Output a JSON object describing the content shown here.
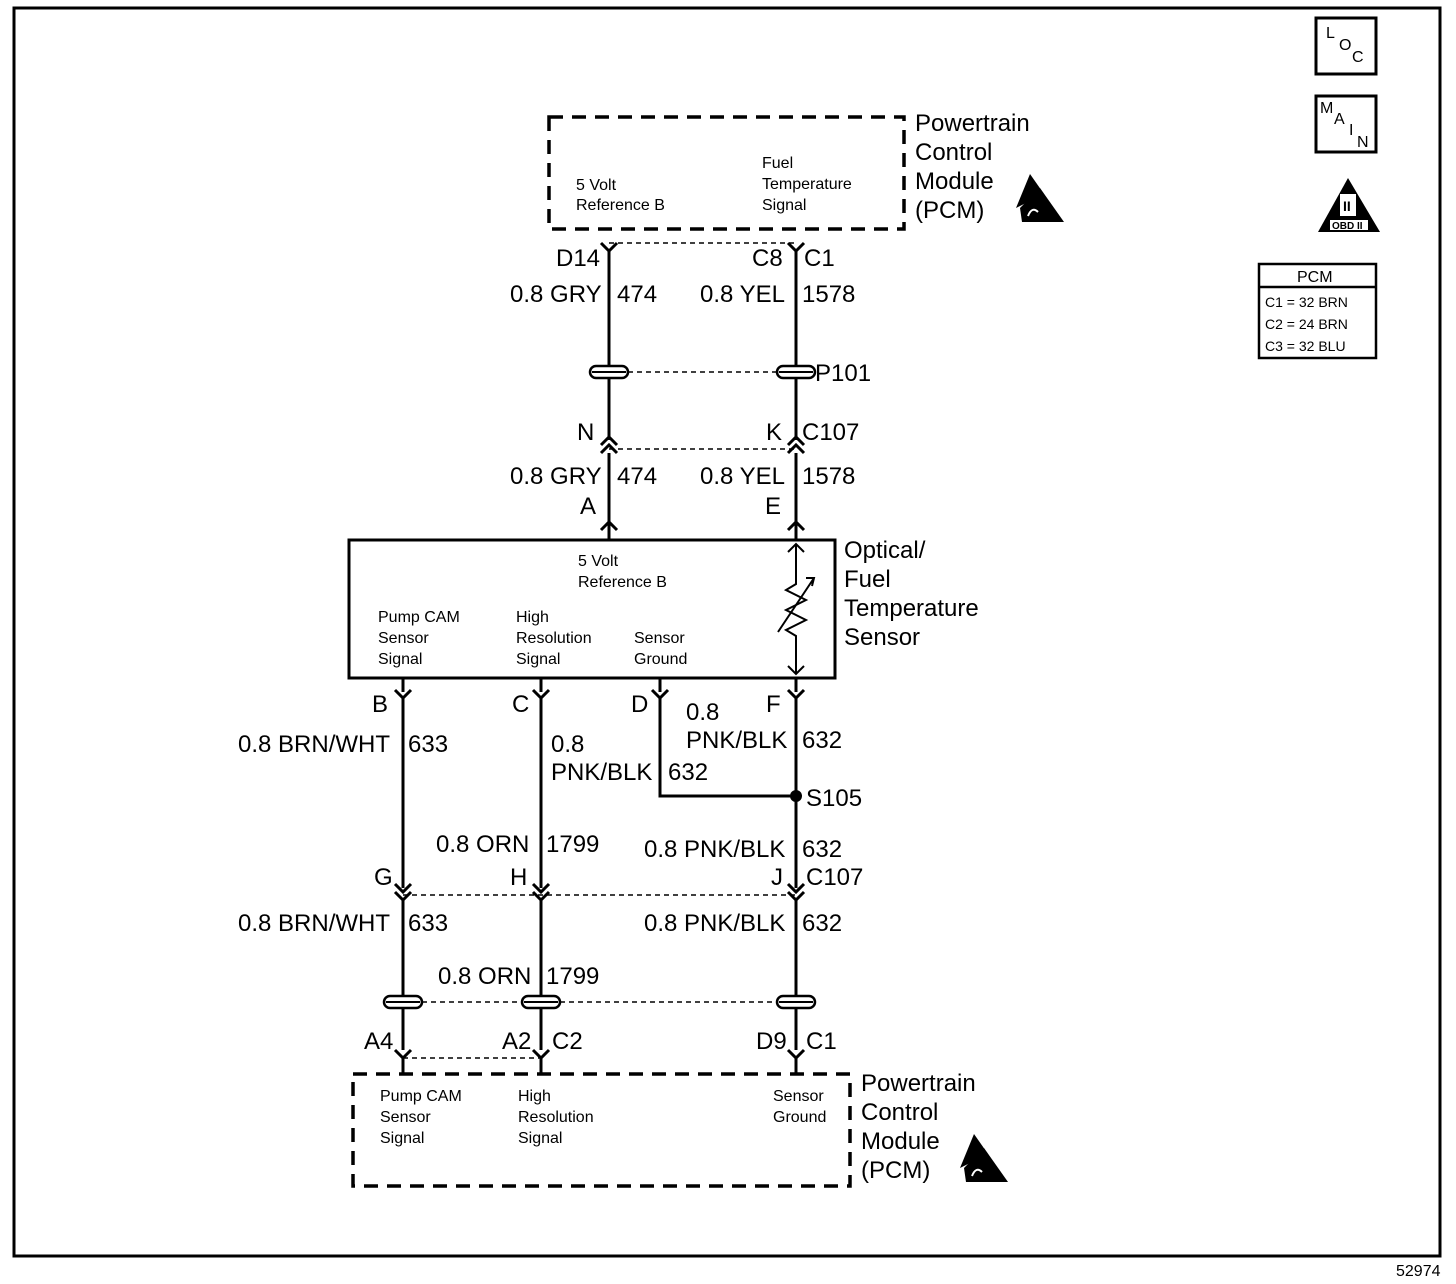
{
  "pcm_top": {
    "title_lines": [
      "Powertrain",
      "Control",
      "Module",
      "(PCM)"
    ],
    "pin_left": [
      "5 Volt",
      "Reference B"
    ],
    "pin_right": [
      "Fuel",
      "Temperature",
      "Signal"
    ]
  },
  "wires_top": {
    "d14": "D14",
    "c8": "C8",
    "c1": "C1",
    "gry_label": "0.8 GRY",
    "gry_circuit": "474",
    "yel_label": "0.8 YEL",
    "yel_circuit": "1578",
    "p101": "P101",
    "n": "N",
    "k": "K",
    "c107": "C107",
    "a": "A",
    "e": "E"
  },
  "sensor": {
    "title_lines": [
      "Optical/",
      "Fuel",
      "Temperature",
      "Sensor"
    ],
    "ref_lines": [
      "5 Volt",
      "Reference B"
    ],
    "pump_lines": [
      "Pump CAM",
      "Sensor",
      "Signal"
    ],
    "high_lines": [
      "High",
      "Resolution",
      "Signal"
    ],
    "ground_lines": [
      "Sensor",
      "Ground"
    ]
  },
  "wires_bottom": {
    "b": "B",
    "c": "C",
    "d": "D",
    "f": "F",
    "brn_label": "0.8 BRN/WHT",
    "brn_circuit": "633",
    "pnk_05": "0.8",
    "pnk_label": "PNK/BLK",
    "pnk_circuit": "632",
    "s105": "S105",
    "orn_label": "0.8 ORN",
    "orn_circuit": "1799",
    "pnk_full": "0.8 PNK/BLK",
    "g": "G",
    "h": "H",
    "j": "J",
    "c107": "C107",
    "a4": "A4",
    "a2": "A2",
    "c2": "C2",
    "d9": "D9",
    "c1": "C1"
  },
  "pcm_bottom": {
    "title_lines": [
      "Powertrain",
      "Control",
      "Module",
      "(PCM)"
    ],
    "pump_lines": [
      "Pump CAM",
      "Sensor",
      "Signal"
    ],
    "high_lines": [
      "High",
      "Resolution",
      "Signal"
    ],
    "ground_lines": [
      "Sensor",
      "Ground"
    ]
  },
  "legend": {
    "loc_letters": [
      "L",
      "O",
      "C"
    ],
    "main_letters": [
      "M",
      "A",
      "I",
      "N"
    ],
    "obd_label": "OBD II",
    "obd_numeral": "II",
    "table_title": "PCM",
    "rows": [
      "C1 = 32 BRN",
      "C2 = 24 BRN",
      "C3 = 32 BLU"
    ]
  },
  "figure_number": "52974"
}
